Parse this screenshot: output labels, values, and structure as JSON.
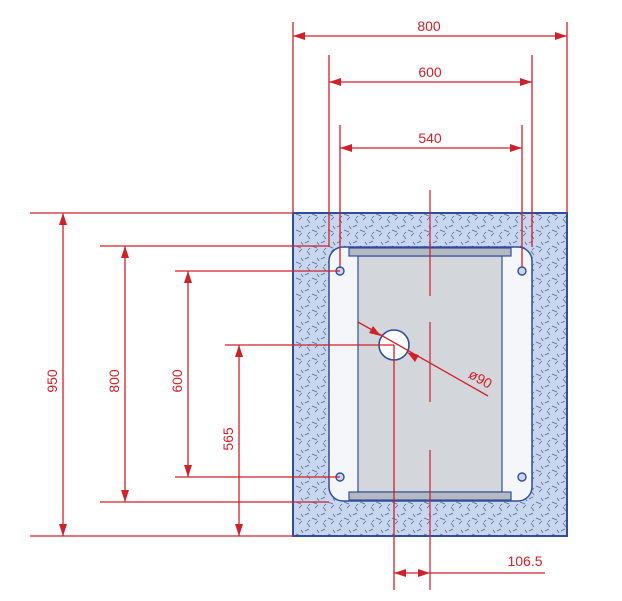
{
  "drawing": {
    "colors": {
      "dimension": "#d0202a",
      "outline": "#2f4f9c",
      "concrete_fill": "#c8d6ee",
      "concrete_hatch": "#556b9e",
      "plate_fill": "#f4f6fa",
      "base_fill": "#d3d6da",
      "bar_fill": "#b5bac2"
    },
    "dimensions": {
      "top_outer": "800",
      "top_mid": "600",
      "top_inner": "540",
      "left_outer": "950",
      "left_mid": "800",
      "left_inner": "600",
      "left_hole_height": "565",
      "hole_diameter": "ø90",
      "offset_bottom": "106.5"
    }
  }
}
